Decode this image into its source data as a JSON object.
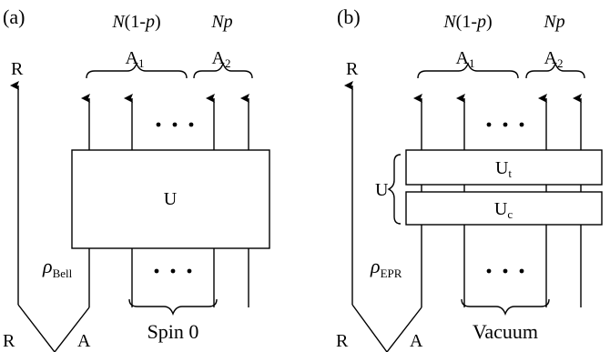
{
  "panel_a": {
    "tag": "(a)",
    "count_left": "N(1-p)",
    "count_right": "Np",
    "group_left": "A",
    "group_left_sub": "1",
    "group_right": "A",
    "group_right_sub": "2",
    "reference": "R",
    "unitary": "U",
    "state": "ρ",
    "state_sub": "Bell",
    "bottom_left": "R",
    "bottom_right": "A",
    "input_label": "Spin 0"
  },
  "panel_b": {
    "tag": "(b)",
    "count_left": "N(1-p)",
    "count_right": "Np",
    "group_left": "A",
    "group_left_sub": "1",
    "group_right": "A",
    "group_right_sub": "2",
    "reference": "R",
    "unitary": "U",
    "unitary_top": "U",
    "unitary_top_sub": "t",
    "unitary_bottom": "U",
    "unitary_bottom_sub": "c",
    "state": "ρ",
    "state_sub": "EPR",
    "bottom_left": "R",
    "bottom_right": "A",
    "input_label": "Vacuum"
  }
}
